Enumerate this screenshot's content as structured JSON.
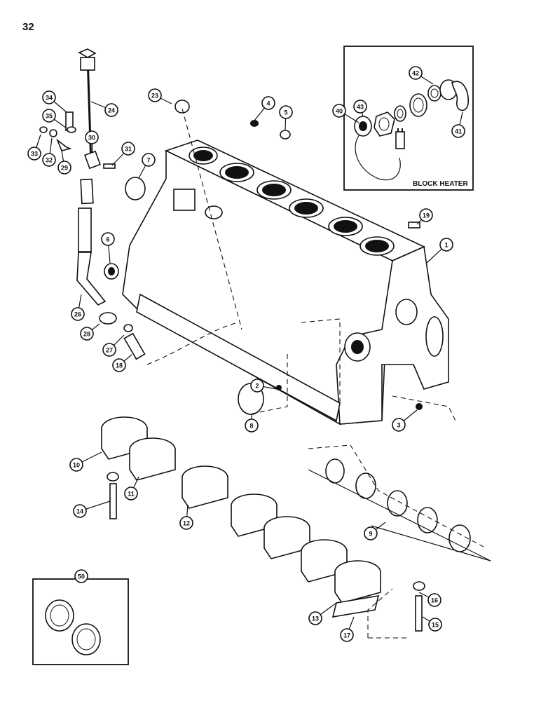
{
  "page_number": "32",
  "block_heater_label": "BLOCK HEATER",
  "callouts": [
    {
      "id": "1",
      "name": "callout-1-cylinder-block"
    },
    {
      "id": "2"
    },
    {
      "id": "3"
    },
    {
      "id": "4"
    },
    {
      "id": "5"
    },
    {
      "id": "6"
    },
    {
      "id": "7"
    },
    {
      "id": "8"
    },
    {
      "id": "9"
    },
    {
      "id": "10"
    },
    {
      "id": "11"
    },
    {
      "id": "12"
    },
    {
      "id": "13"
    },
    {
      "id": "14"
    },
    {
      "id": "15"
    },
    {
      "id": "16"
    },
    {
      "id": "17"
    },
    {
      "id": "18"
    },
    {
      "id": "19"
    },
    {
      "id": "23"
    },
    {
      "id": "24"
    },
    {
      "id": "26"
    },
    {
      "id": "27"
    },
    {
      "id": "28"
    },
    {
      "id": "29"
    },
    {
      "id": "30"
    },
    {
      "id": "31"
    },
    {
      "id": "32"
    },
    {
      "id": "33"
    },
    {
      "id": "34"
    },
    {
      "id": "35"
    },
    {
      "id": "40"
    },
    {
      "id": "41"
    },
    {
      "id": "42"
    },
    {
      "id": "43"
    },
    {
      "id": "50"
    }
  ]
}
